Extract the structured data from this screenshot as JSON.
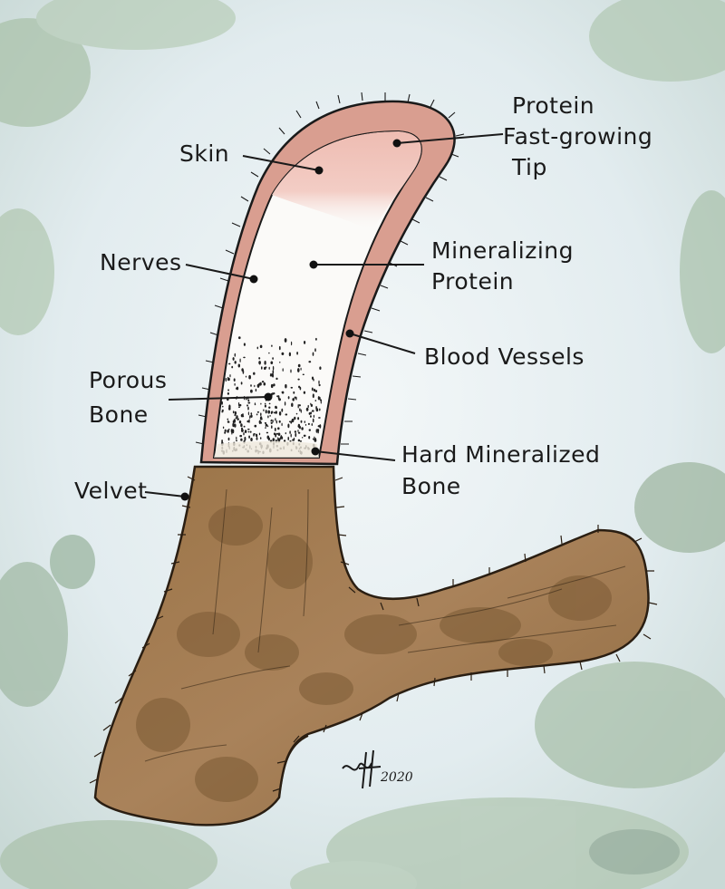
{
  "labels": {
    "skin": "Skin",
    "nerves": "Nerves",
    "porous_bone": [
      "Porous",
      "Bone"
    ],
    "velvet": "Velvet",
    "protein_tip": [
      "Protein",
      "Fast-growing",
      "Tip"
    ],
    "mineralizing_protein": [
      "Mineralizing",
      "Protein"
    ],
    "blood_vessels": "Blood Vessels",
    "hard_bone": [
      "Hard Mineralized",
      "Bone"
    ]
  },
  "signature": {
    "year": "2020"
  },
  "colors": {
    "background": "#dce8ec",
    "watercolor_green": "#9fb7a2",
    "velvet_brown": "#a07b4f",
    "velvet_dark": "#7b5a34",
    "skin_pink": "#d99e90",
    "tip_pink": "#eebcb2",
    "bone_white": "#fbfaf8"
  }
}
